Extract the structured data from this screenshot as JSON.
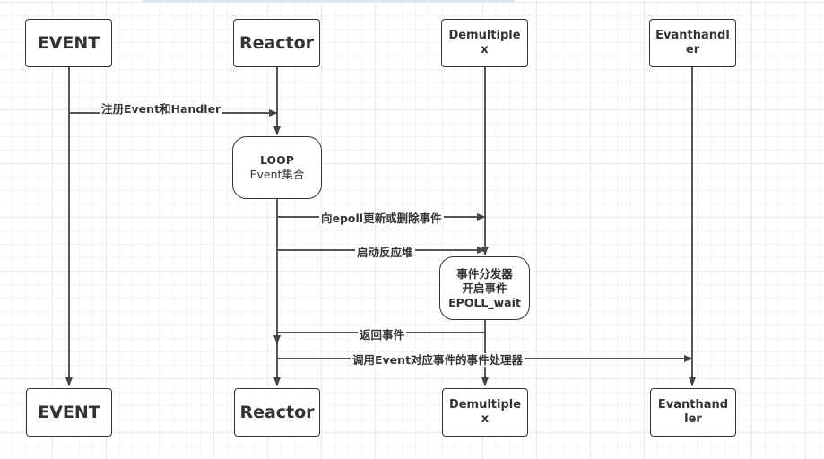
{
  "diagram": {
    "type": "sequence",
    "participants_top": [
      {
        "id": "event",
        "label": "EVENT"
      },
      {
        "id": "reactor",
        "label": "Reactor"
      },
      {
        "id": "demultiplex",
        "label": "Demultiplex"
      },
      {
        "id": "evanthandler",
        "label": "Evanthandler"
      }
    ],
    "participants_bottom": [
      {
        "id": "event",
        "label": "EVENT"
      },
      {
        "id": "reactor",
        "label": "Reactor"
      },
      {
        "id": "demultiplex",
        "label": "Demultiplex"
      },
      {
        "id": "evanthandler",
        "label": "Evanthandler"
      }
    ],
    "loop_box": {
      "title": "LOOP",
      "subtitle": "Event集合"
    },
    "dispatcher_box": {
      "lines": [
        "事件分发器",
        "开启事件",
        "EPOLL_wait"
      ]
    },
    "messages": [
      {
        "from": "EVENT",
        "to": "Reactor",
        "label": "注册Event和Handler"
      },
      {
        "from": "Reactor",
        "to": "Demultiplex",
        "label": "向epoll更新或删除事件"
      },
      {
        "from": "Reactor",
        "to": "Demultiplex",
        "label": "启动反应堆"
      },
      {
        "from": "Demultiplex",
        "to": "Reactor",
        "label": "返回事件"
      },
      {
        "from": "Reactor",
        "to": "Evanthandler",
        "label": "调用Event对应事件的事件处理器"
      }
    ],
    "colors": {
      "line": "#555555",
      "border": "#333333",
      "grid": "#ebebeb"
    }
  }
}
